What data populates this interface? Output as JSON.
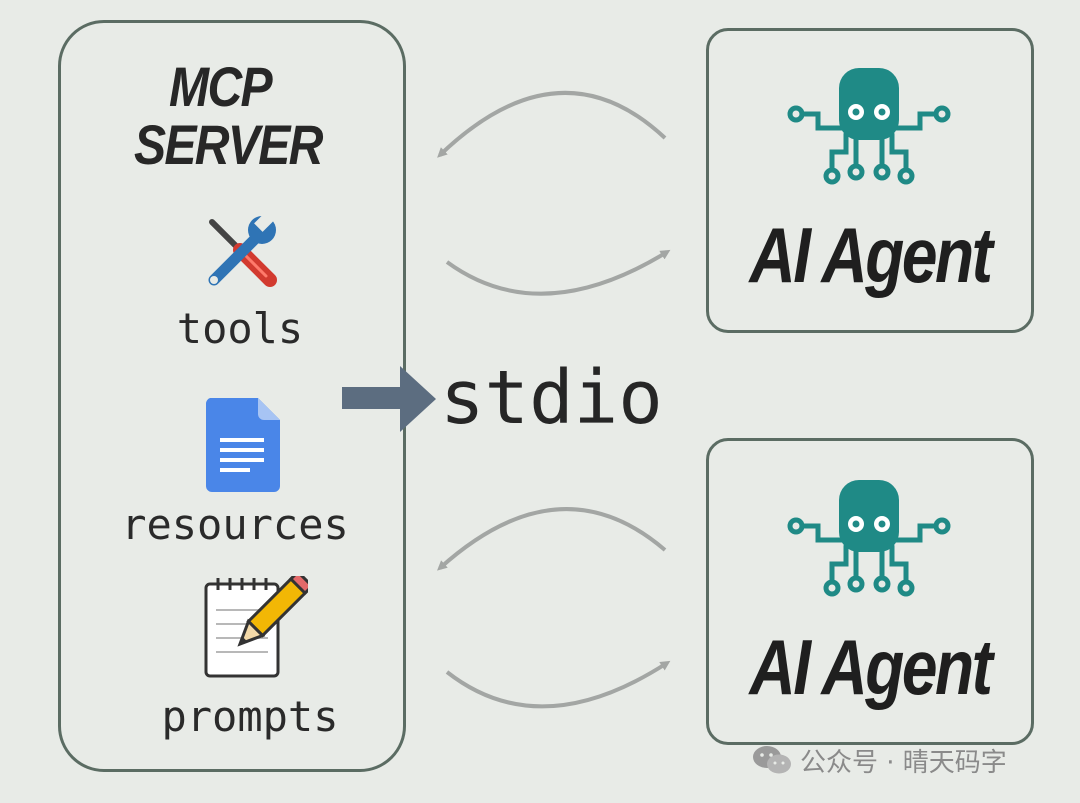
{
  "server": {
    "title_line1": "MCP",
    "title_line2": "SERVER",
    "items": [
      {
        "label": "tools",
        "icon": "hammer-wrench-icon"
      },
      {
        "label": "resources",
        "icon": "document-icon"
      },
      {
        "label": "prompts",
        "icon": "memo-pencil-icon"
      }
    ]
  },
  "transport": {
    "label": "stdio",
    "icon": "right-arrow-icon"
  },
  "agents": [
    {
      "label": "AI Agent",
      "icon": "octopus-robot-icon"
    },
    {
      "label": "AI Agent",
      "icon": "octopus-robot-icon"
    }
  ],
  "watermark": {
    "text": "公众号 · 晴天码字",
    "icon": "wechat-icon"
  },
  "colors": {
    "background": "#e8ebe7",
    "border": "#5b6c63",
    "agent_icon": "#1f8a86",
    "arrow": "#a3a6a4",
    "stdio_arrow": "#5c6d80"
  }
}
